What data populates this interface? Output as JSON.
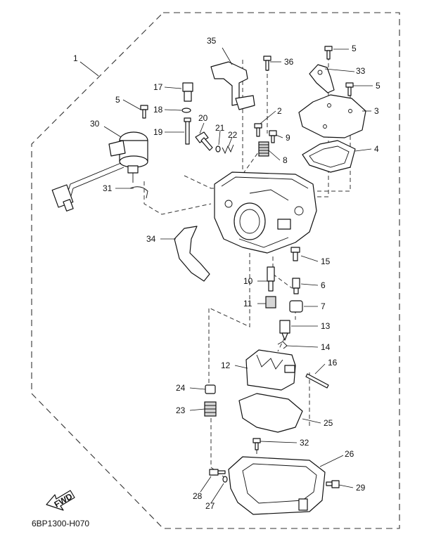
{
  "figure_code": "6BP1300-H070",
  "fwd_label": "FWD",
  "callouts": {
    "c1": "1",
    "c2": "2",
    "c3": "3",
    "c4": "4",
    "c5a": "5",
    "c5b": "5",
    "c5c": "5",
    "c6": "6",
    "c7": "7",
    "c8": "8",
    "c9": "9",
    "c10": "10",
    "c11": "11",
    "c12": "12",
    "c13": "13",
    "c14": "14",
    "c15": "15",
    "c16": "16",
    "c17": "17",
    "c18": "18",
    "c19": "19",
    "c20": "20",
    "c21": "21",
    "c22": "22",
    "c23": "23",
    "c24": "24",
    "c25": "25",
    "c26": "26",
    "c27": "27",
    "c28": "28",
    "c29": "29",
    "c30": "30",
    "c31": "31",
    "c32": "32",
    "c33": "33",
    "c34": "34",
    "c35": "35",
    "c36": "36"
  }
}
